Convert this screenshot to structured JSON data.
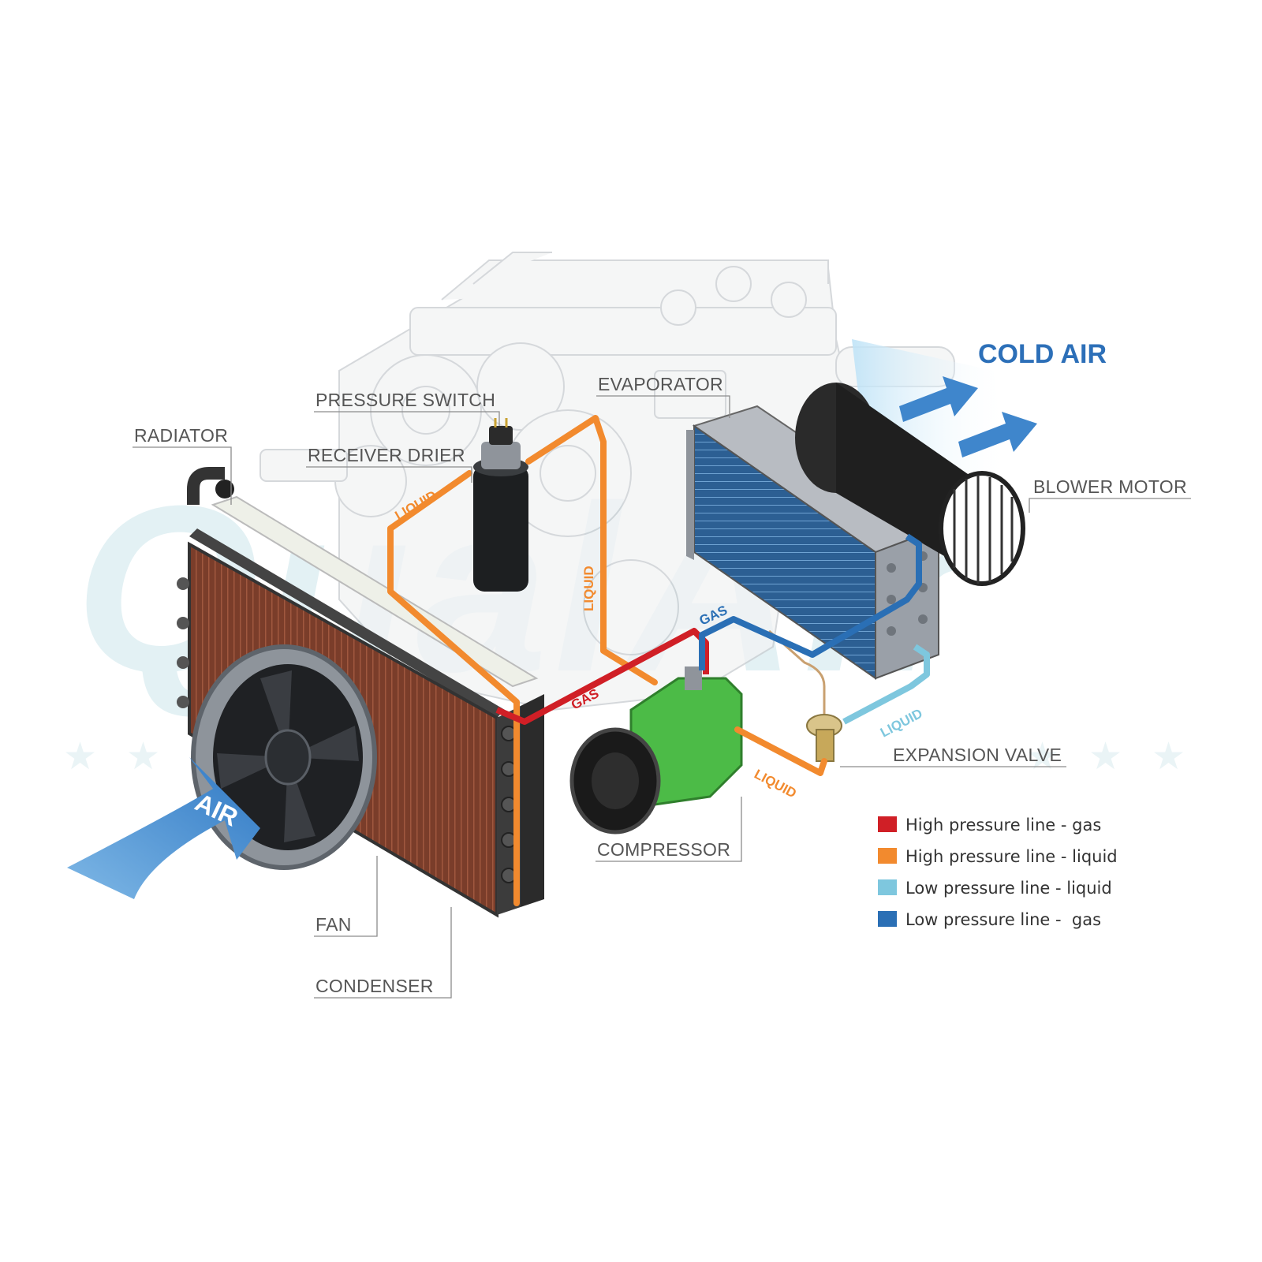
{
  "watermark": {
    "text": "QualAir"
  },
  "labels": {
    "radiator": "RADIATOR",
    "pressure_switch": "PRESSURE SWITCH",
    "receiver_drier": "RECEIVER DRIER",
    "evaporator": "EVAPORATOR",
    "blower_motor": "BLOWER MOTOR",
    "expansion_valve": "EXPANSION VALVE",
    "compressor": "COMPRESSOR",
    "fan": "FAN",
    "condenser": "CONDENSER"
  },
  "air": {
    "cold_air": "COLD AIR",
    "air_in": "AIR"
  },
  "flow_labels": {
    "liquid_drier": "LIQUID",
    "liquid_vertical": "LIQUID",
    "gas_high": "GAS",
    "gas_low": "GAS",
    "liquid_compressor": "LIQUID",
    "liquid_low": "LIQUID"
  },
  "legend": [
    {
      "label": "High pressure line - gas",
      "color": "#d01f26"
    },
    {
      "label": "High pressure line - liquid",
      "color": "#f28a2e"
    },
    {
      "label": "Low pressure line - liquid",
      "color": "#7ec7de"
    },
    {
      "label": "Low pressure line -  gas",
      "color": "#2a6fb5"
    }
  ],
  "colors": {
    "high_gas": "#d01f26",
    "high_liquid": "#f28a2e",
    "low_liquid": "#7ec7de",
    "low_gas": "#2a6fb5",
    "air_arrow": "#3f86cc",
    "cold_air_text": "#2c6fb8",
    "compressor": "#4cbb47"
  }
}
